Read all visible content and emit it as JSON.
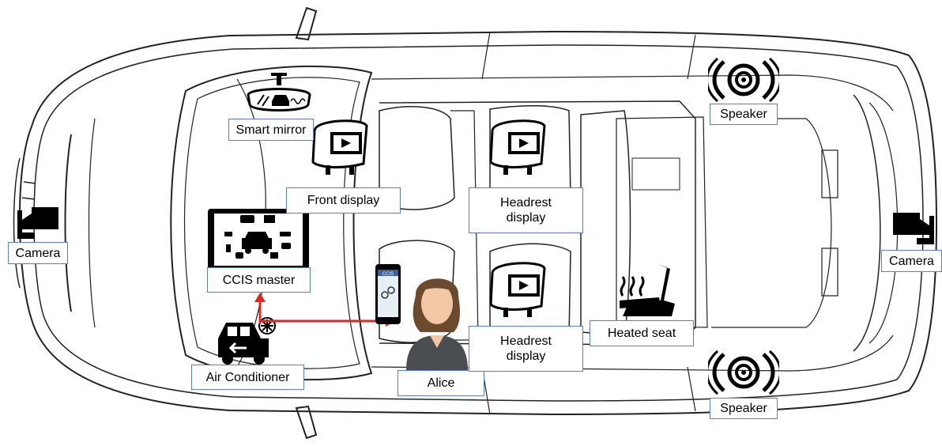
{
  "labels": {
    "smart_mirror": "Smart mirror",
    "front_display": "Front display",
    "headrest_display_top": "Headrest display",
    "headrest_display_bottom": "Headrest display",
    "camera_left": "Camera",
    "camera_right": "Camera",
    "ccis_master": "CCIS master",
    "air_conditioner": "Air Conditioner",
    "alice": "Alice",
    "heated_seat": "Heated seat",
    "speaker_top": "Speaker",
    "speaker_bottom": "Speaker",
    "phone_app": "CCIS"
  },
  "icons": [
    "car-outline",
    "smart-mirror-icon",
    "headrest-display-icon",
    "camera-icon",
    "tablet-icon",
    "air-conditioner-icon",
    "phone-icon",
    "person-icon",
    "heated-seat-icon",
    "speaker-icon"
  ],
  "colors": {
    "arrow": "#e0261f",
    "label_border": "#5b7fbf",
    "outline": "#222222"
  }
}
